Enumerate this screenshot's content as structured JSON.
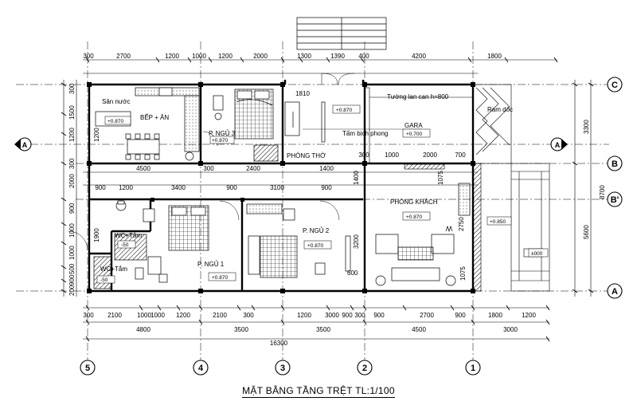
{
  "title": "MẶT BẰNG TẦNG TRỆT  TL:1/100",
  "axes": {
    "rows": [
      "C",
      "B",
      "B'",
      "A"
    ],
    "cols": [
      "5",
      "4",
      "3",
      "2",
      "1"
    ],
    "section": "A"
  },
  "rooms": {
    "bep_an": "BẾP + ĂN",
    "san_nuoc": "Sân nước",
    "p_ngu3": "P. NGỦ 3",
    "phong_tho": "PHÒNG THỜ",
    "gara": "GARA",
    "phong_khach": "PHÒNG KHÁCH",
    "p_ngu2": "P. NGỦ 2",
    "p_ngu1": "P. NGỦ 1",
    "wc_tam": "WC+Tắm",
    "tuong_lan_can": "Tường lan can h=800",
    "tam_bich_phong": "Tấm bịch phong",
    "tam_doc": "Ram dốc"
  },
  "levels": {
    "bep": "+0.870",
    "p_ngu3": "+0.870",
    "san_truoc": "+0.870",
    "gara": "+0.700",
    "phong_khach": "+0.870",
    "hien": "+0.850",
    "p_ngu2": "+0.870",
    "p_ngu1": "+0.870",
    "wc_upper": "-50",
    "wc_lower": "-50",
    "san_vuon": "±000"
  },
  "dims": {
    "top": [
      "300",
      "2700",
      "1200",
      "1000",
      "1200",
      "2000",
      "1300",
      "1390",
      "400",
      "4200",
      "1800"
    ],
    "b_line_upper": [
      "4500",
      "300",
      "2400",
      "1400",
      "1810"
    ],
    "b_line_lower": [
      "900",
      "1200",
      "3400",
      "900",
      "3100",
      "900",
      "300",
      "1000",
      "2000",
      "700"
    ],
    "bottom1": [
      "300",
      "2100",
      "1000",
      "1000",
      "1200",
      "2100",
      "300",
      "1200",
      "3000",
      "900",
      "300",
      "900",
      "2700",
      "900",
      "1800",
      "1200"
    ],
    "bottom2": [
      "4800",
      "3500",
      "3500",
      "4500",
      "3000"
    ],
    "total": "16300",
    "left": [
      "300",
      "1500",
      "1200",
      "300",
      "2000",
      "900",
      "1000",
      "1000",
      "500",
      "900",
      "200"
    ],
    "right_upper": [
      "3300"
    ],
    "right_lower": [
      "5600",
      "8700"
    ],
    "interior": [
      "1075",
      "2750",
      "1075",
      "1400",
      "3200",
      "600",
      "1900",
      "1200"
    ]
  }
}
